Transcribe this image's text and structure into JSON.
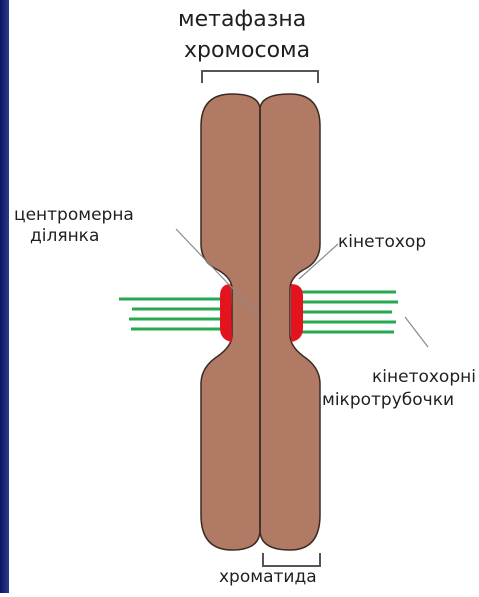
{
  "labels": {
    "title_line1": "метафазна",
    "title_line2": "хромосома",
    "centromere_line1": "центромерна",
    "centromere_line2": "ділянка",
    "kinetochore": "кінетохор",
    "microtubules_line1": "кінетохорні",
    "microtubules_line2": "мікротрубочки",
    "chromatid": "хроматида"
  },
  "colors": {
    "background": "#ffffff",
    "left_edge_band": "#0b1560",
    "chromatid_fill": "#b07a64",
    "chromatid_outline": "#3a2a24",
    "kinetochore_fill": "#e4141e",
    "microtubules": "#27a84f",
    "leader_lines": "#8a8a8a",
    "text": "#1f1f1f"
  }
}
